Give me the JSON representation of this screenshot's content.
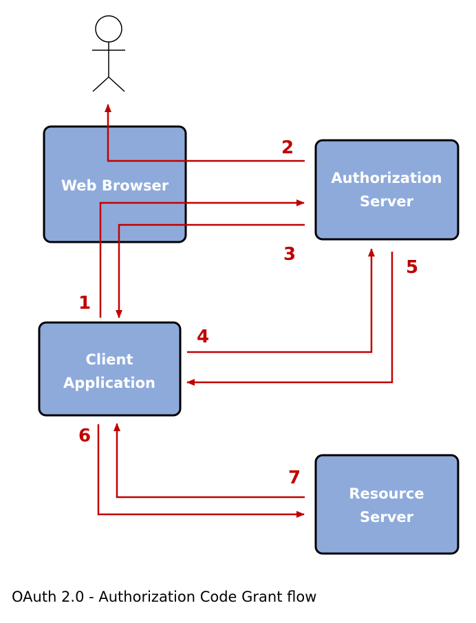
{
  "actor": {
    "icon": "stick-figure-user-icon"
  },
  "nodes": {
    "web_browser": {
      "lines": [
        "Web Browser"
      ]
    },
    "authorization_server": {
      "lines": [
        "Authorization",
        "Server"
      ]
    },
    "client_application": {
      "lines": [
        "Client",
        "Application"
      ]
    },
    "resource_server": {
      "lines": [
        "Resource",
        "Server"
      ]
    }
  },
  "steps": [
    "1",
    "2",
    "3",
    "4",
    "5",
    "6",
    "7"
  ],
  "caption": "OAuth 2.0 - Authorization Code Grant flow",
  "colors": {
    "box_fill": "#8eaadb",
    "box_border": "#000000",
    "box_text": "#ffffff",
    "flow_arrow": "#c00000",
    "step_number": "#c00000"
  }
}
